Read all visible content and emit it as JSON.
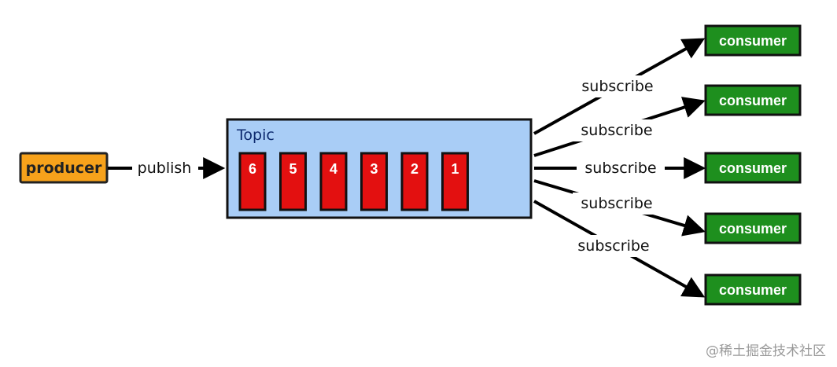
{
  "producer": {
    "label": "producer",
    "color": "#f7a21b"
  },
  "publish_label": "publish",
  "topic": {
    "label": "Topic",
    "fill": "#a9cdf6",
    "partitions": [
      "6",
      "5",
      "4",
      "3",
      "2",
      "1"
    ],
    "partition_color": "#e31010"
  },
  "subscribe_labels": [
    "subscribe",
    "subscribe",
    "subscribe",
    "subscribe",
    "subscribe"
  ],
  "consumers": [
    {
      "label": "consumer"
    },
    {
      "label": "consumer"
    },
    {
      "label": "consumer"
    },
    {
      "label": "consumer"
    },
    {
      "label": "consumer"
    }
  ],
  "consumer_color": "#1e8f1e",
  "watermark": "@稀土掘金技术社区"
}
